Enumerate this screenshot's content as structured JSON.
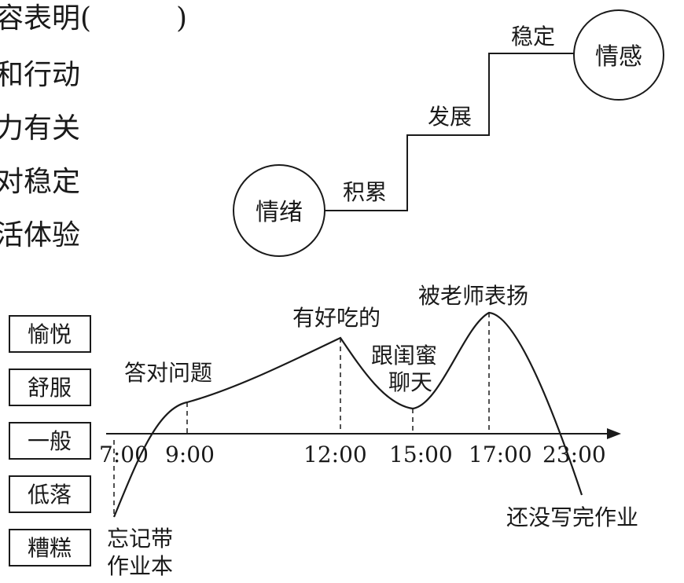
{
  "question_fragment": {
    "lines": [
      "容表明(　　　)",
      "和行动",
      "力有关",
      "对稳定",
      "活体验"
    ]
  },
  "staircase": {
    "start_node": "情绪",
    "end_node": "情感",
    "steps": [
      "积累",
      "发展",
      "稳定"
    ]
  },
  "mood_levels": [
    "愉悦",
    "舒服",
    "一般",
    "低落",
    "糟糕"
  ],
  "timeline": {
    "times": [
      "7:00",
      "9:00",
      "12:00",
      "15:00",
      "17:00",
      "23:00"
    ],
    "event_forgot": [
      "忘记带",
      "作业本"
    ],
    "event_answer": "答对问题",
    "event_food": "有好吃的",
    "event_chat": [
      "跟闺蜜",
      "聊天"
    ],
    "event_praise": "被老师表扬",
    "event_homework": "还没写完作业"
  },
  "colors": {
    "ink": "#1a1a1a",
    "background": "#ffffff"
  }
}
